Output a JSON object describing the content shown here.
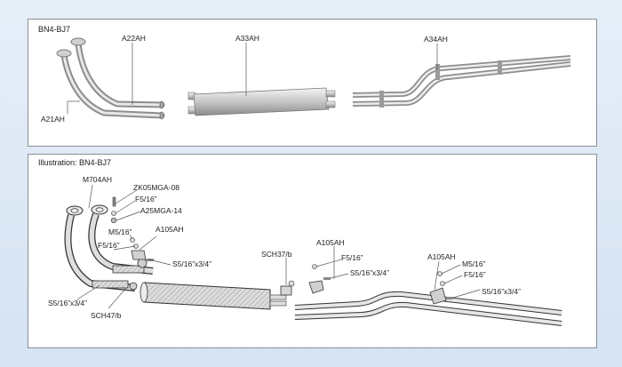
{
  "photo_panel": {
    "title": "BN4-BJ7",
    "parts": {
      "p1": "A22AH",
      "p2": "A33AH",
      "p3": "A34AH",
      "p4": "A21AH"
    }
  },
  "illustration_panel": {
    "title": "Illustration: BN4-BJ7",
    "callouts": {
      "c1": "M704AH",
      "c2": "ZK05MGA-08",
      "c3": "F5/16”",
      "c4": "A25MGA-14",
      "c5": "M5/16”",
      "c6": "A105AH",
      "c7": "F5/16”",
      "c8": "S5/16”x3/4”",
      "c9": "S5/16”x3/4”",
      "c10": "SCH47/b",
      "c11": "SCH37/b",
      "c12": "A105AH",
      "c13": "F5/16”",
      "c14": "S5/16”x3/4”",
      "c15": "A105AH",
      "c16": "M5/16”",
      "c17": "F5/16”",
      "c18": "S5/16”x3/4”"
    }
  },
  "colors": {
    "background": "#dbe6f4",
    "panel_border": "#8a8f96",
    "metal_light": "#e4e4e4",
    "metal_dark": "#8e8e8e"
  }
}
